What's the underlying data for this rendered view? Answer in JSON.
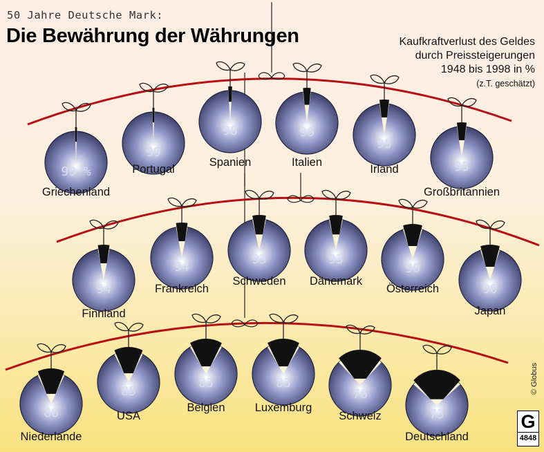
{
  "header": {
    "kicker": "50 Jahre Deutsche Mark:",
    "title": "Die Bewährung der Währungen"
  },
  "note": {
    "line1": "Kaufkraftverlust des Geldes",
    "line2": "durch Preissteigerungen",
    "line3": "1948 bis 1998 in %",
    "line4": "(z.T. geschätzt)"
  },
  "credit": "© Globus",
  "logo": {
    "symbol": "G",
    "number": "4848"
  },
  "colors": {
    "arc": "#b80f14",
    "ball_light": "#ffffff",
    "ball_mid": "#8e94c6",
    "ball_dark": "#2a2e55",
    "wedge": "#111111",
    "value_text": "#d9dbf2"
  },
  "chart_data": {
    "type": "pie",
    "title": "Die Bewährung der Währungen",
    "subtitle": "Kaufkraftverlust des Geldes durch Preissteigerungen 1948 bis 1998 in % (z.T. geschätzt)",
    "unit": "%",
    "categories": [
      "Griechenland",
      "Portugal",
      "Spanien",
      "Italien",
      "Irland",
      "Großbritannien",
      "Finnland",
      "Frankreich",
      "Schweden",
      "Dänemark",
      "Österreich",
      "Japan",
      "Niederlande",
      "USA",
      "Belgien",
      "Luxemburg",
      "Schweiz",
      "Deutschland"
    ],
    "values": [
      99,
      99,
      98,
      96,
      95,
      95,
      94,
      94,
      93,
      93,
      90,
      90,
      86,
      85,
      83,
      83,
      76,
      73
    ],
    "value_labels": [
      "99 %",
      "99",
      "98",
      "96",
      "95",
      "95",
      "94",
      "94",
      "93",
      "93",
      "90",
      "90",
      "86",
      "85",
      "83",
      "83",
      "76",
      "73"
    ]
  }
}
